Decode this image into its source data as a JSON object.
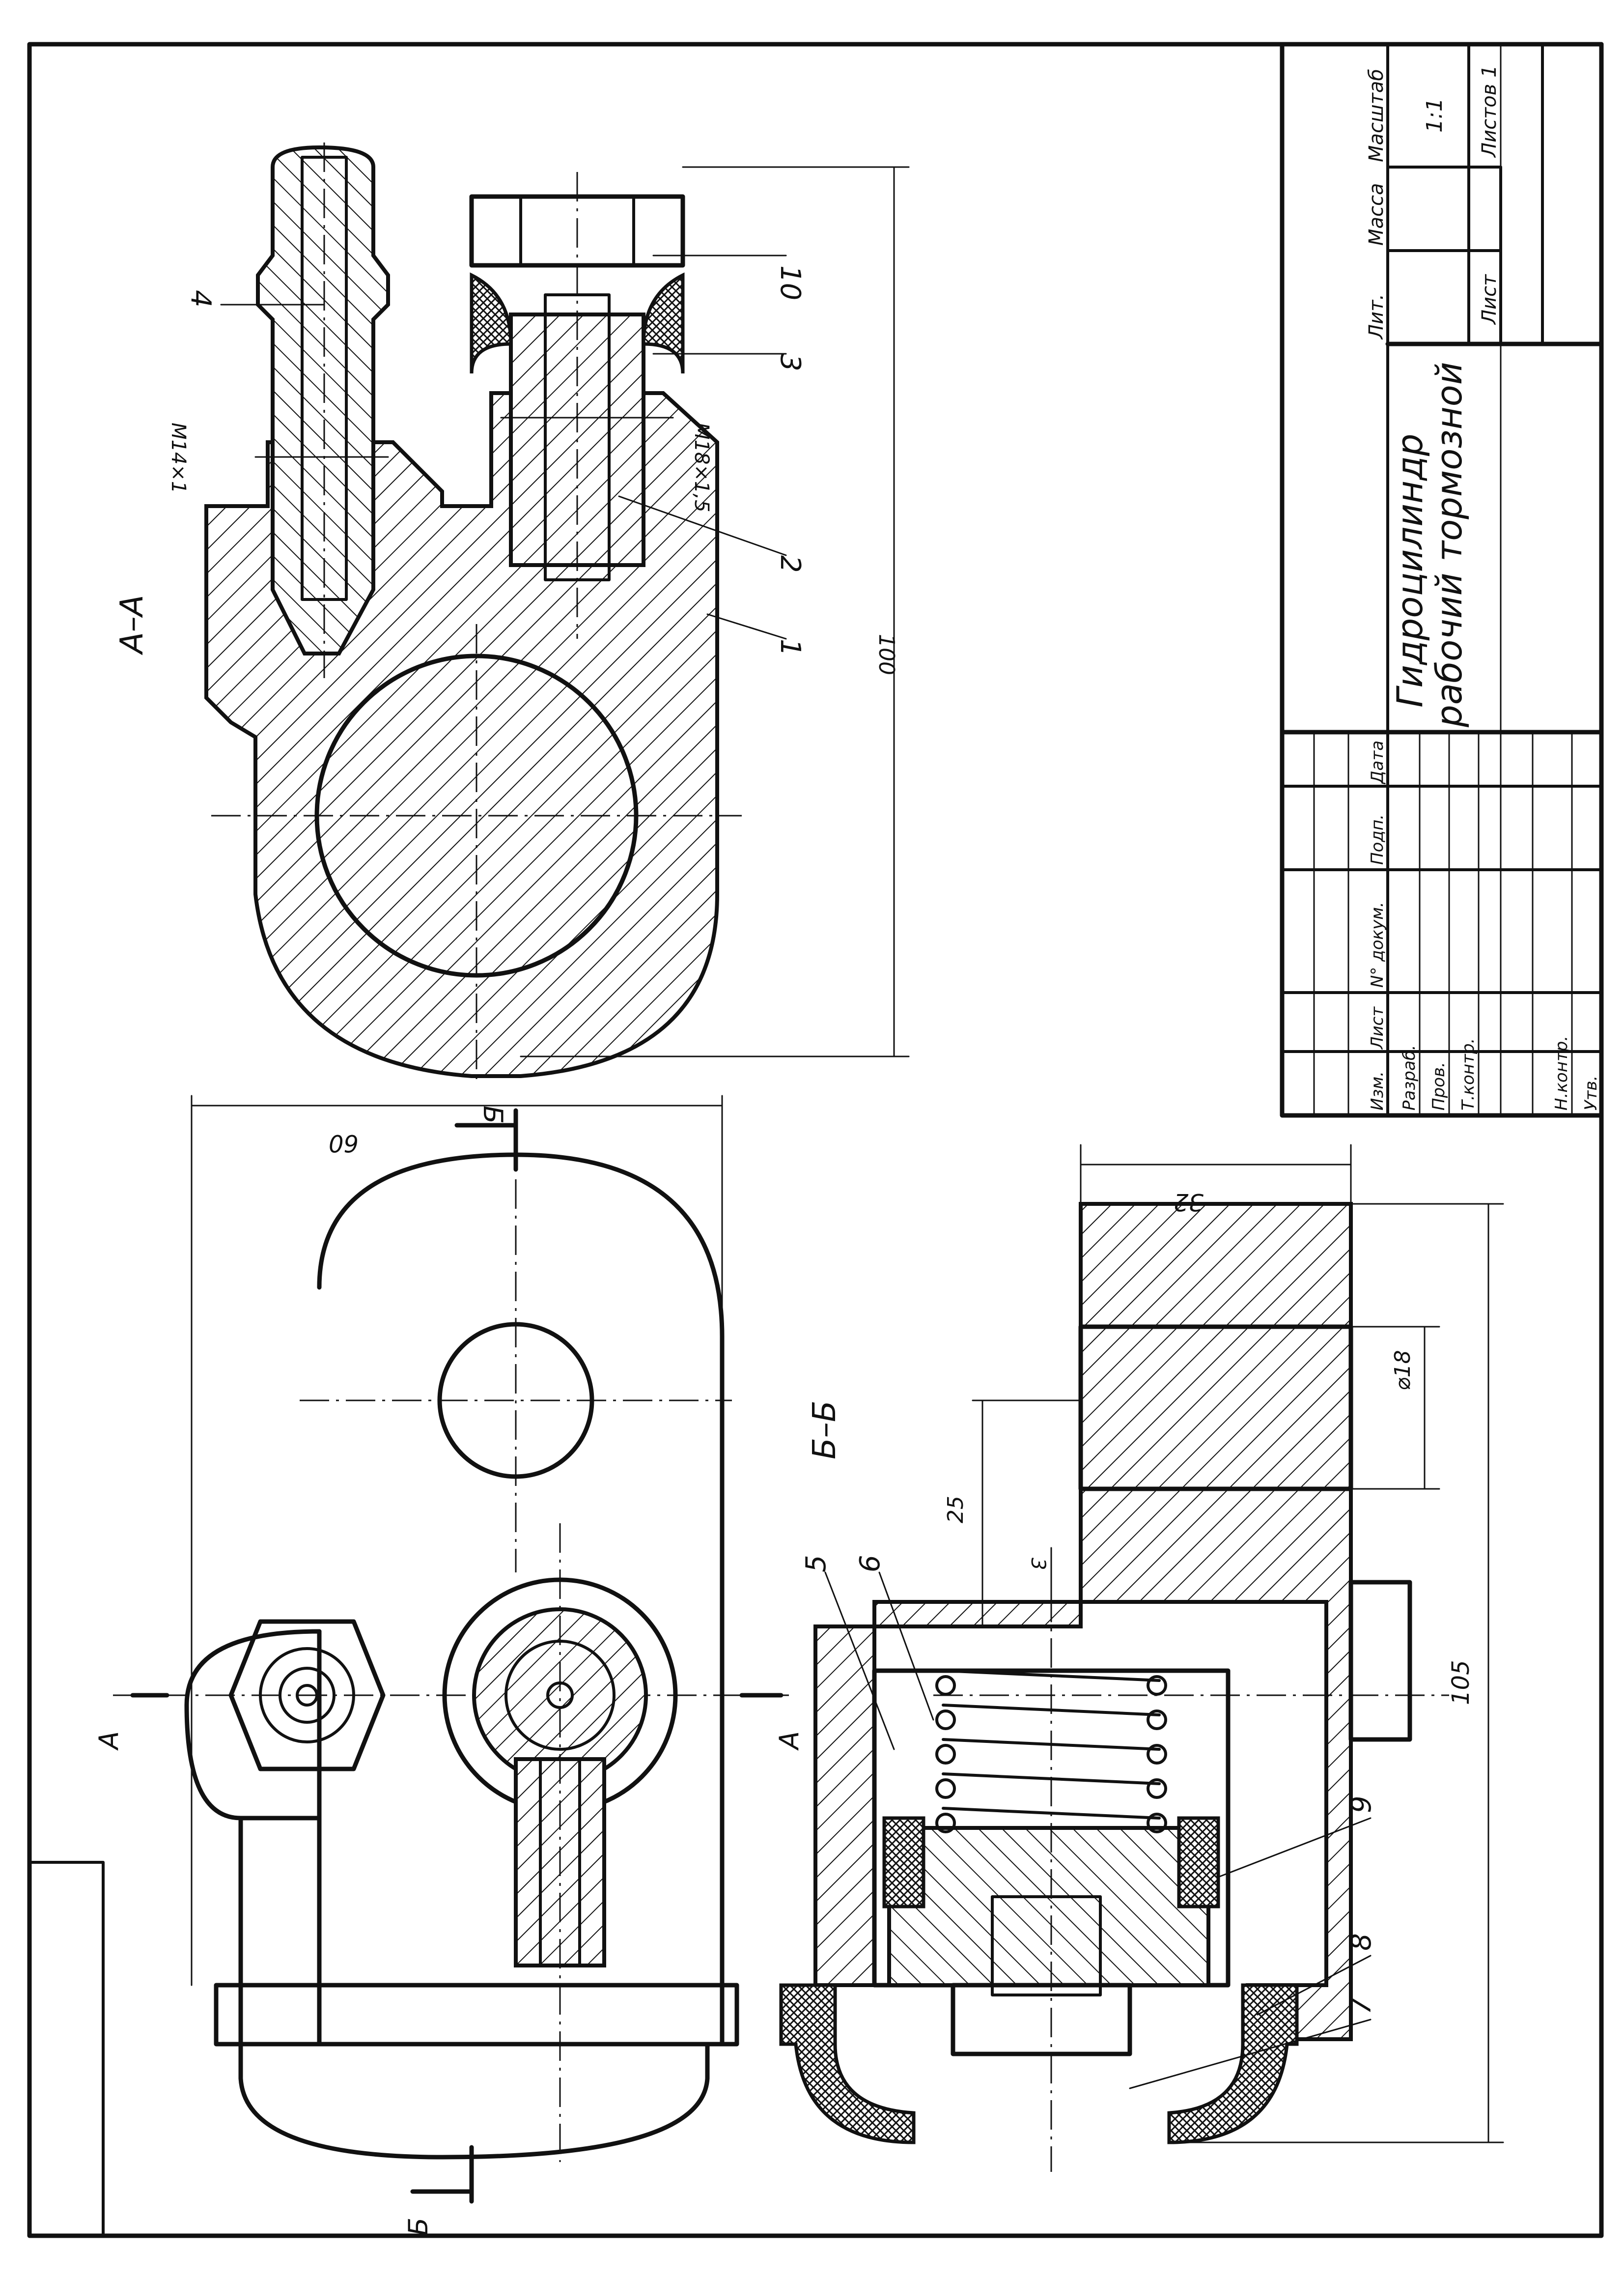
{
  "views": {
    "section_aa": {
      "label": "А–А"
    },
    "section_bb": {
      "label": "Б–Б"
    },
    "cut_marks": {
      "a": "А",
      "b": "Б"
    }
  },
  "dimensions": {
    "aa_height": "100",
    "thread_small": "M14×1",
    "thread_large": "M18×1,5",
    "width": "60",
    "bb_depth": "32",
    "bore_dia": "⌀18",
    "offset_25": "25",
    "offset_3": "3",
    "length": "105"
  },
  "part_callouts": [
    "1",
    "2",
    "3",
    "4",
    "5",
    "6",
    "7",
    "8",
    "9",
    "10"
  ],
  "title_block": {
    "title_line1": "Гидроцилиндр",
    "title_line2": "рабочий тормозной",
    "header": {
      "lit": "Лит.",
      "mass": "Масса",
      "scale": "Масштаб"
    },
    "scale_value": "1:1",
    "sheet": "Лист",
    "sheets": "Листов 1",
    "rev_header": [
      "Изм.",
      "Лист",
      "N° докум.",
      "Подп.",
      "Дата"
    ],
    "roles": [
      "Разраб.",
      "Пров.",
      "Т.контр.",
      "Н.контр.",
      "Утв."
    ]
  }
}
